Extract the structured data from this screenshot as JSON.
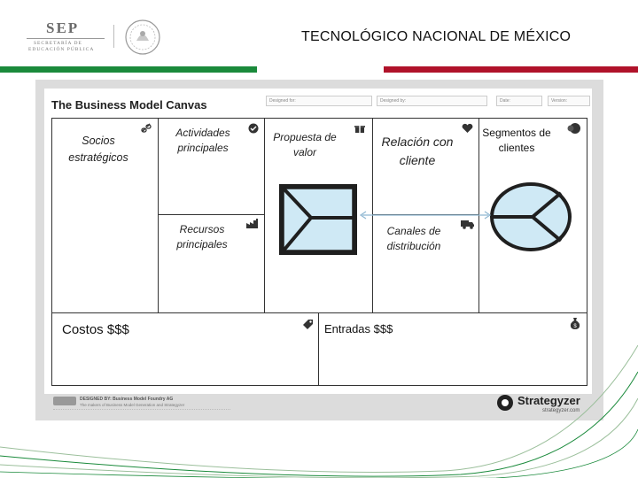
{
  "header": {
    "sep_logo_text": "SEP",
    "sep_sub_line1": "SECRETARÍA DE",
    "sep_sub_line2": "EDUCACIÓN PÚBLICA",
    "institution": "TECNOLÓGICO NACIONAL DE MÉXICO"
  },
  "canvas": {
    "title": "The Business Model Canvas",
    "meta": {
      "designed_for": "Designed for:",
      "designed_by": "Designed by:",
      "date": "Date:",
      "version": "Version:"
    },
    "blocks": {
      "partners": "Socios estratégicos",
      "activities": "Actividades principales",
      "resources": "Recursos principales",
      "value": "Propuesta de valor",
      "relationship": "Relación con cliente",
      "channels": "Canales de distribución",
      "segments": "Segmentos de clientes",
      "costs": "Costos $$$",
      "revenue": "Entradas $$$"
    },
    "footer": {
      "designed_by_line": "DESIGNED BY: Business Model Foundry AG",
      "makers_line": "The makers of Business Model Generation and Strategyzer",
      "brand": "Strategyzer",
      "brand_url": "strategyzer.com"
    }
  },
  "colors": {
    "green_bar": "#1a8a3b",
    "red_bar": "#b0122a",
    "diagram_fill": "#cfe9f5"
  }
}
